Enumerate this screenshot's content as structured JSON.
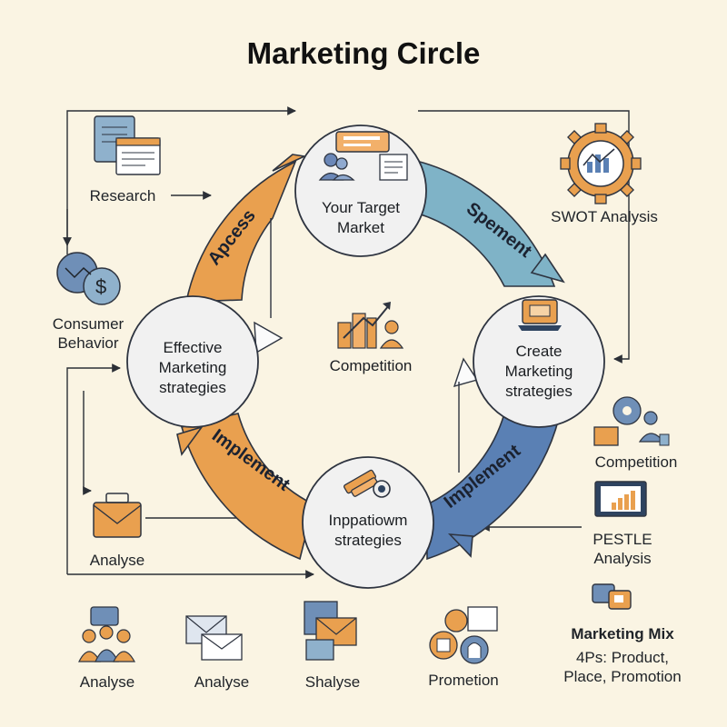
{
  "title": "Marketing Circle",
  "nodes": {
    "top": "Your Target\nMarket",
    "right": "Create\nMarketing\nstrategies",
    "bottom": "Inppatiowm\nstrategies",
    "left": "Effective\nMarketing\nstrategies",
    "center": "Competition"
  },
  "arc_labels": {
    "top_left": "Apcess",
    "top_right": "Spement",
    "bottom_right": "Implement",
    "bottom_left": "Implement"
  },
  "side_items": {
    "research": "Research",
    "consumer_behavior": "Consumer\nBehavior",
    "analyse_left": "Analyse",
    "swot": "SWOT Analysis",
    "competition_right": "Competition",
    "pestle": "PESTLE\nAnalysis"
  },
  "bottom_row": [
    "Analyse",
    "Analyse",
    "Shalyse",
    "Prometion"
  ],
  "marketing_mix": {
    "title": "Marketing Mix",
    "detail": "4Ps: Product,\nPlace, Promotion"
  },
  "colors": {
    "orange": "#e9a04f",
    "teal": "#7fb3c7",
    "blue": "#5a80b4",
    "navy": "#2e4360",
    "node_fill": "#f1f1f1"
  },
  "icons": [
    "document-icon",
    "money-icon",
    "briefcase-icon",
    "gear-chart-icon",
    "people-icon",
    "monitor-chart-icon",
    "envelope-icon",
    "target-icon"
  ]
}
